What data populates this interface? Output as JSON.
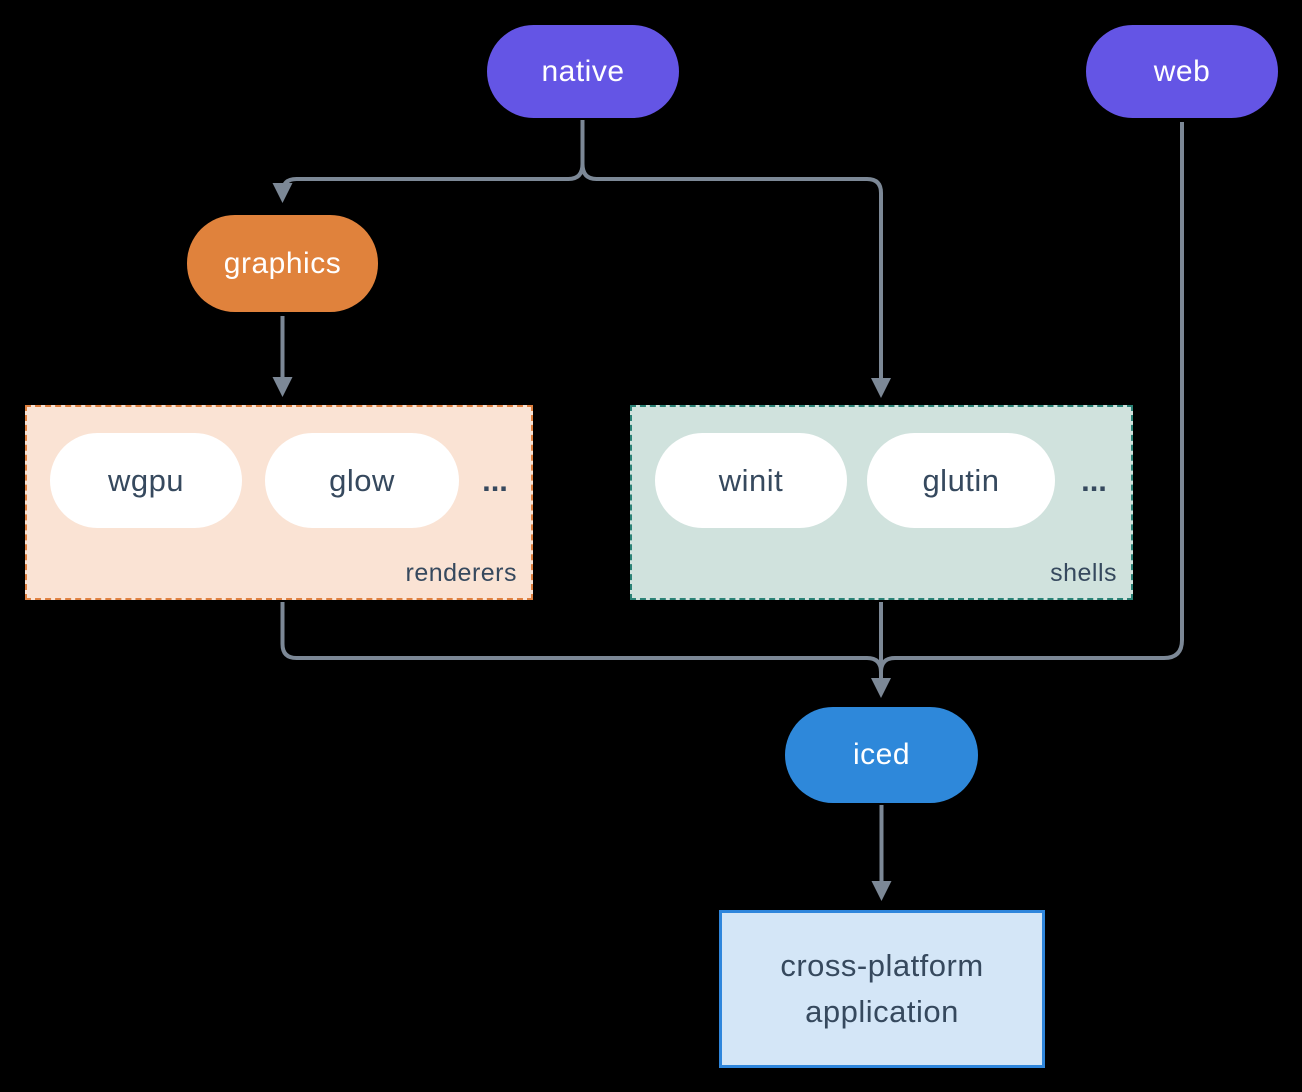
{
  "nodes": {
    "native": {
      "label": "native"
    },
    "web": {
      "label": "web"
    },
    "graphics": {
      "label": "graphics"
    },
    "iced": {
      "label": "iced"
    }
  },
  "groups": {
    "renderers": {
      "label": "renderers",
      "items": [
        "wgpu",
        "glow"
      ],
      "more": "..."
    },
    "shells": {
      "label": "shells",
      "items": [
        "winit",
        "glutin"
      ],
      "more": "..."
    }
  },
  "application": {
    "line1": "cross-platform",
    "line2": "application"
  },
  "colors": {
    "background": "#000000",
    "line": "#7C8896",
    "nodePurple": "#6455E5",
    "nodeOrange": "#E0823C",
    "nodeBlue": "#2E88DA",
    "pillWhite": "#FFFFFF",
    "textLight": "#FFFFFF",
    "textDark": "#36495E",
    "renderersFill": "#FAE3D4",
    "renderersBorder": "#DF8140",
    "shellsFill": "#D0E2DD",
    "shellsBorder": "#2B8276",
    "appFill": "#D4E6F7",
    "appBorder": "#2F86DC"
  }
}
